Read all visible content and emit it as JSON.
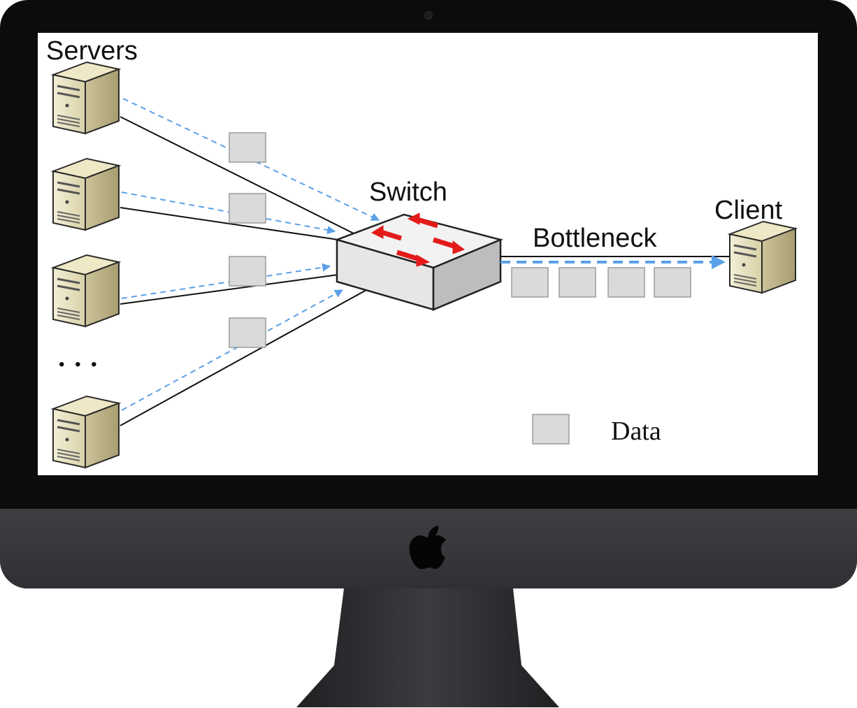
{
  "diagram": {
    "labels": {
      "servers": "Servers",
      "switch": "Switch",
      "client": "Client",
      "bottleneck": "Bottleneck",
      "ellipsis": "• • •"
    },
    "legend": {
      "label": "Data"
    }
  },
  "icons": {
    "server": "server-icon",
    "switch": "network-switch-icon",
    "apple": "apple-logo-icon"
  },
  "colors": {
    "link_solid": "#111111",
    "flow_dashed": "#5aa0e8",
    "data_packet": "#d9dbdb",
    "switch_arrows": "#e41a1a",
    "bezel": "#0c0c0d",
    "chin": "#38393c"
  }
}
